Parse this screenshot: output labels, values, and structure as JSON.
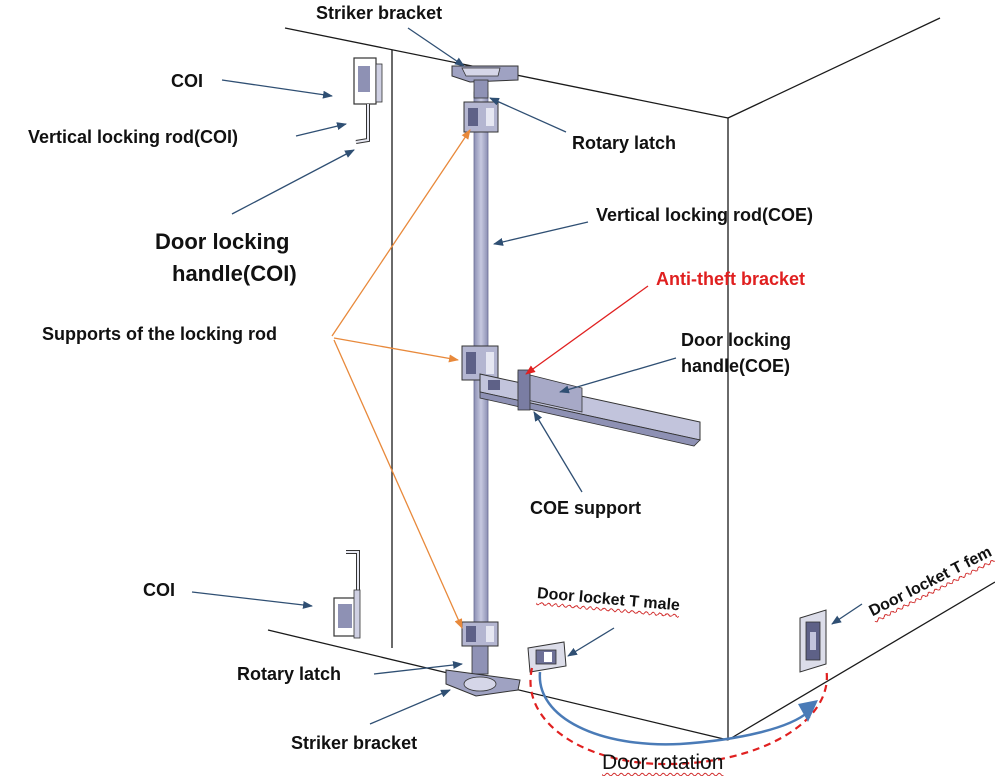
{
  "labels": {
    "striker_bracket_top": "Striker bracket",
    "coi_top": "COI",
    "vertical_locking_rod_coi": "Vertical locking rod(COI)",
    "rotary_latch_top": "Rotary latch",
    "vertical_locking_rod_coe": "Vertical locking rod(COE)",
    "door_locking_handle_coi_line1": "Door locking",
    "door_locking_handle_coi_line2": "handle(COI)",
    "anti_theft_bracket": "Anti-theft bracket",
    "supports_of_locking_rod": "Supports of the locking rod",
    "door_locking_handle_coe_line1": "Door locking",
    "door_locking_handle_coe_line2": "handle(COE)",
    "coe_support": "COE support",
    "coi_bottom": "COI",
    "door_locket_t_male": "Door locket T male",
    "door_locket_t_female": "Door locket T fem",
    "rotary_latch_bottom": "Rotary latch",
    "striker_bracket_bottom": "Striker bracket",
    "door_rotation": "Door rotation"
  },
  "colors": {
    "arrow_blue": "#2f4f73",
    "arrow_orange": "#e8893b",
    "arrow_red": "#e02020",
    "rod": "#a9abc9",
    "handle": "#b7b9d4",
    "box_line": "#1a1a1a",
    "rotation_blue": "#4a7bb7",
    "rotation_red": "#e02020"
  }
}
